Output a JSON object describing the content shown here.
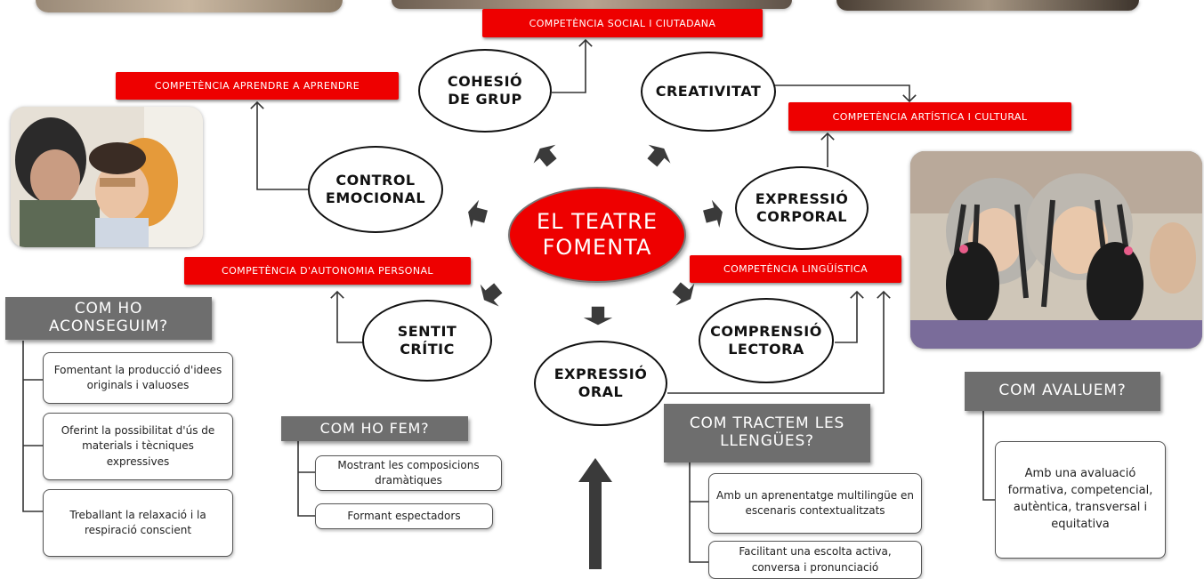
{
  "center": {
    "label": "EL TEATRE\nFOMENTA"
  },
  "competences": {
    "social": "COMPETÈNCIA SOCIAL I CIUTADANA",
    "aprendre": "COMPETÈNCIA APRENDRE A APRENDRE",
    "artistica": "COMPETÈNCIA ARTÍSTICA I CULTURAL",
    "autonomia": "COMPETÈNCIA D'AUTONOMIA PERSONAL",
    "linguistica": "COMPETÈNCIA LINGÜÍSTICA"
  },
  "skills": {
    "cohesio": "COHESIÓ\nDE GRUP",
    "creativitat": "CREATIVITAT",
    "control": "CONTROL\nEMOCIONAL",
    "corporal": "EXPRESSIÓ\nCORPORAL",
    "sentit": "SENTIT\nCRÍTIC",
    "oral": "EXPRESSIÓ\nORAL",
    "lectora": "COMPRENSIÓ\nLECTORA"
  },
  "com_ho_aconseguim": {
    "title": "COM HO\nACONSEGUIM?",
    "items": [
      "Fomentant la producció d'idees originals i valuoses",
      "Oferint la possibilitat d'ús de materials i tècniques expressives",
      "Treballant la relaxació i la respiració conscient"
    ]
  },
  "com_ho_fem": {
    "title": "COM HO FEM?",
    "items": [
      "Mostrant les composicions dramàtiques",
      "Formant espectadors"
    ]
  },
  "com_tractem": {
    "title": "COM TRACTEM LES\nLLENGÜES?",
    "items": [
      "Amb un aprenentatge multilingüe en escenaris contextualitzats",
      "Facilitant una escolta activa, conversa i pronunciació"
    ]
  },
  "com_avaluem": {
    "title": "COM AVALUEM?",
    "items": [
      "Amb una avaluació formativa, competencial, autèntica, transversal i equitativa"
    ]
  },
  "colors": {
    "red": "#ee0000",
    "gray": "#6e6e6e",
    "arrow": "#3a3a3a",
    "line": "#333333"
  }
}
